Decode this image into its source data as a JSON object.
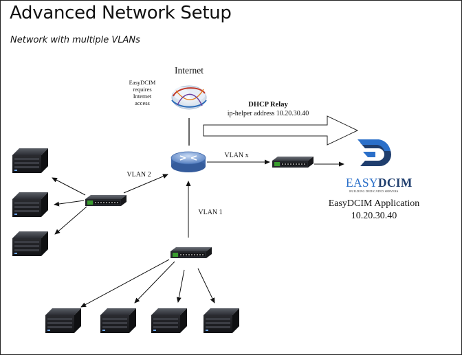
{
  "title": "Advanced Network Setup",
  "subtitle": "Network with multiple VLANs",
  "internet": {
    "label": "Internet",
    "note_lines": [
      "EasyDCIM",
      "requires",
      "Internet",
      "access"
    ]
  },
  "dhcp": {
    "title": "DHCP Relay",
    "detail": "ip-helper address 10.20.30.40"
  },
  "links": {
    "vlan_x": "VLAN x",
    "vlan_2": "VLAN 2",
    "vlan_1": "VLAN 1"
  },
  "logo": {
    "word_left": "EASY",
    "word_right": "DCIM",
    "tagline": "BUILDING DEDICATED SERVERS",
    "color_blue": "#2a6fc9",
    "color_dark": "#1f3e6e"
  },
  "application": {
    "name": "EasyDCIM Application",
    "ip": "10.20.30.40"
  },
  "colors": {
    "server_body": "#1e1e22",
    "switch_body": "#2a2d33",
    "router_blue": "#5a86c8",
    "arrow": "#111111"
  }
}
